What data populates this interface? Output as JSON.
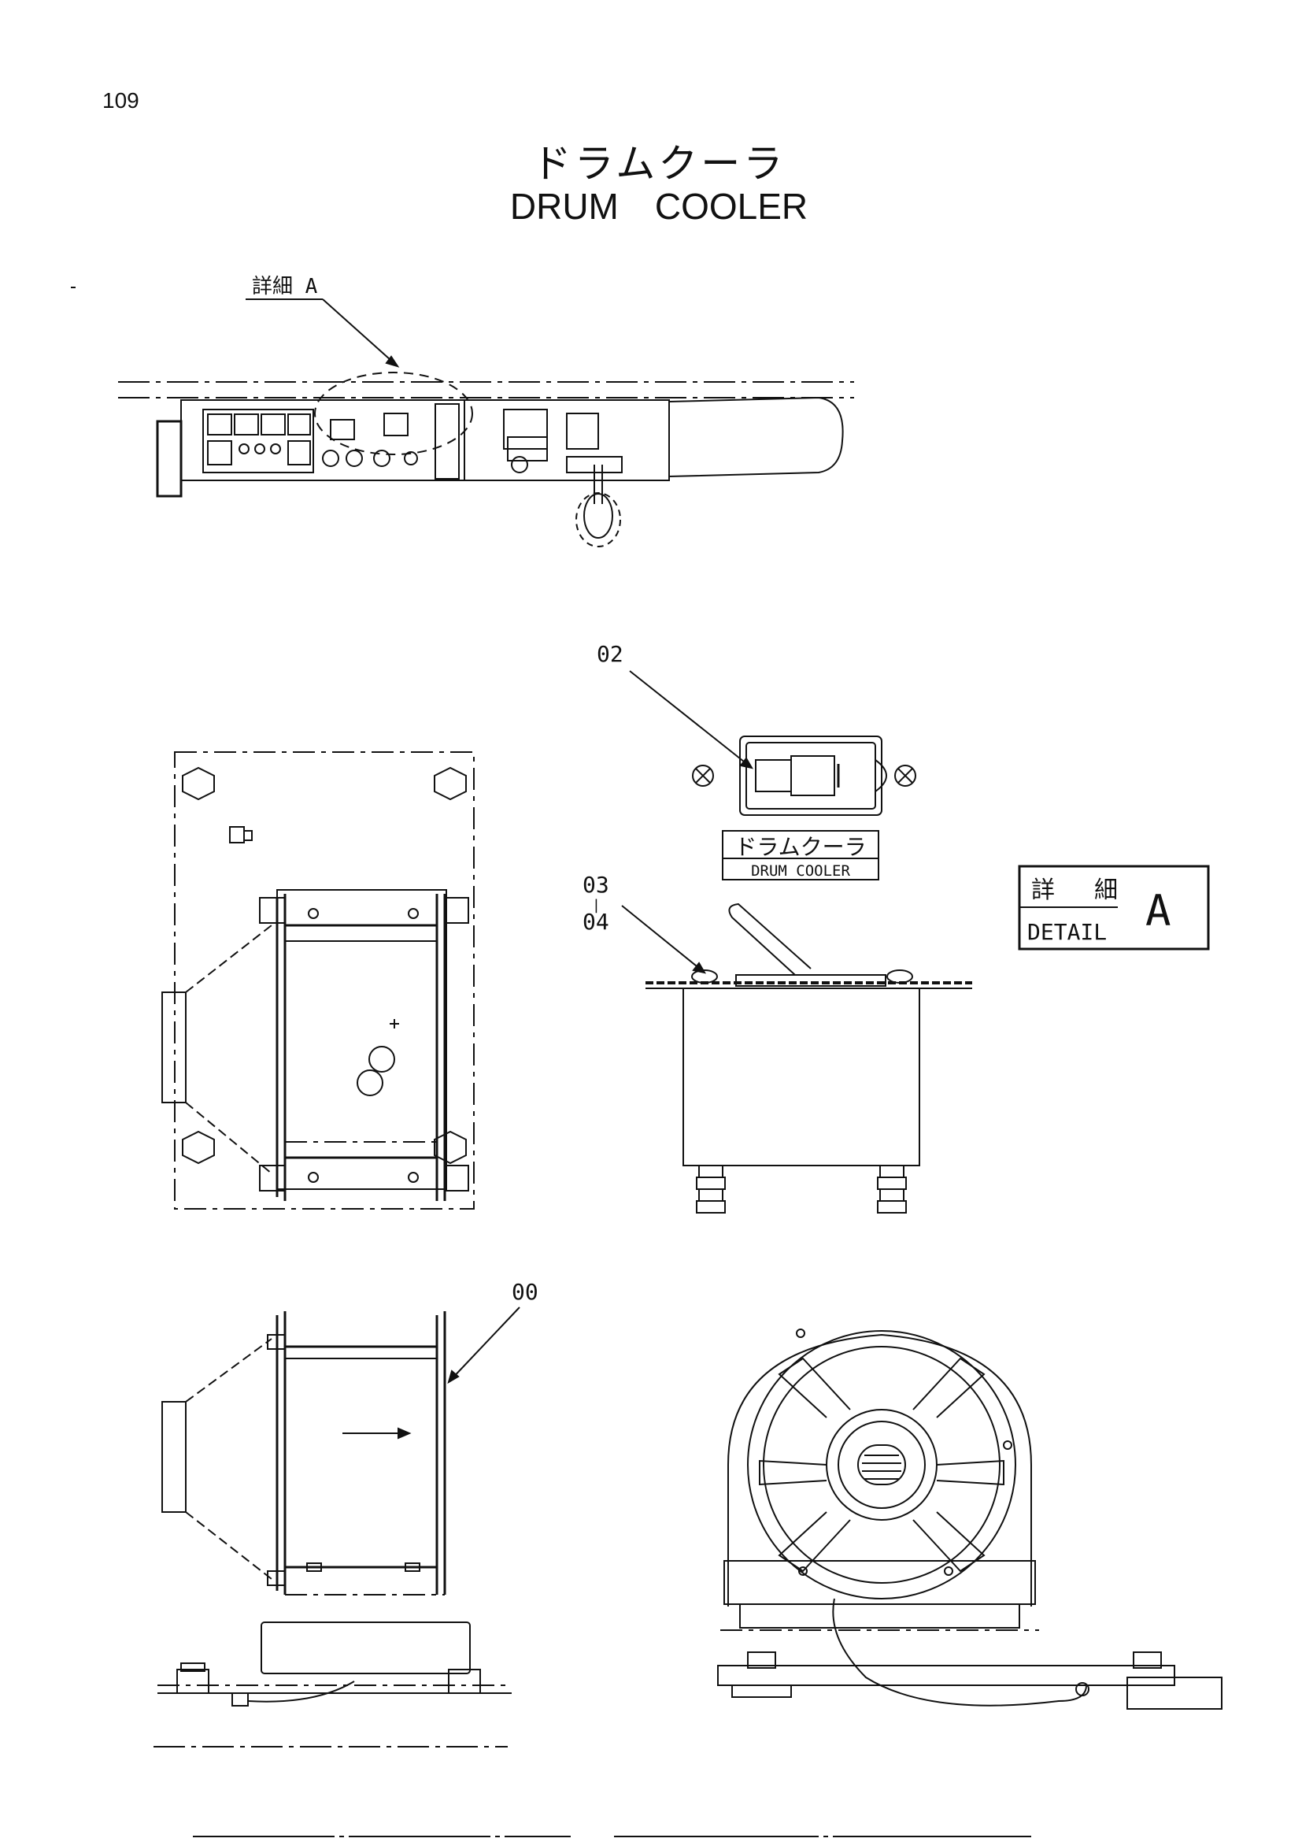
{
  "page": {
    "number": "109"
  },
  "title": {
    "jp": "ドラムクーラ",
    "en": "DRUM　COOLER"
  },
  "callouts": {
    "detail_ref": "詳細 A",
    "p02": "02",
    "p03": "03",
    "p03_04_sep": "|",
    "p04": "04",
    "p00": "00"
  },
  "switch_label": {
    "jp": "ドラムクーラ",
    "en": "DRUM COOLER"
  },
  "detail_box": {
    "jp_left": "詳",
    "jp_right": "細",
    "en": "DETAIL",
    "letter": "A"
  }
}
